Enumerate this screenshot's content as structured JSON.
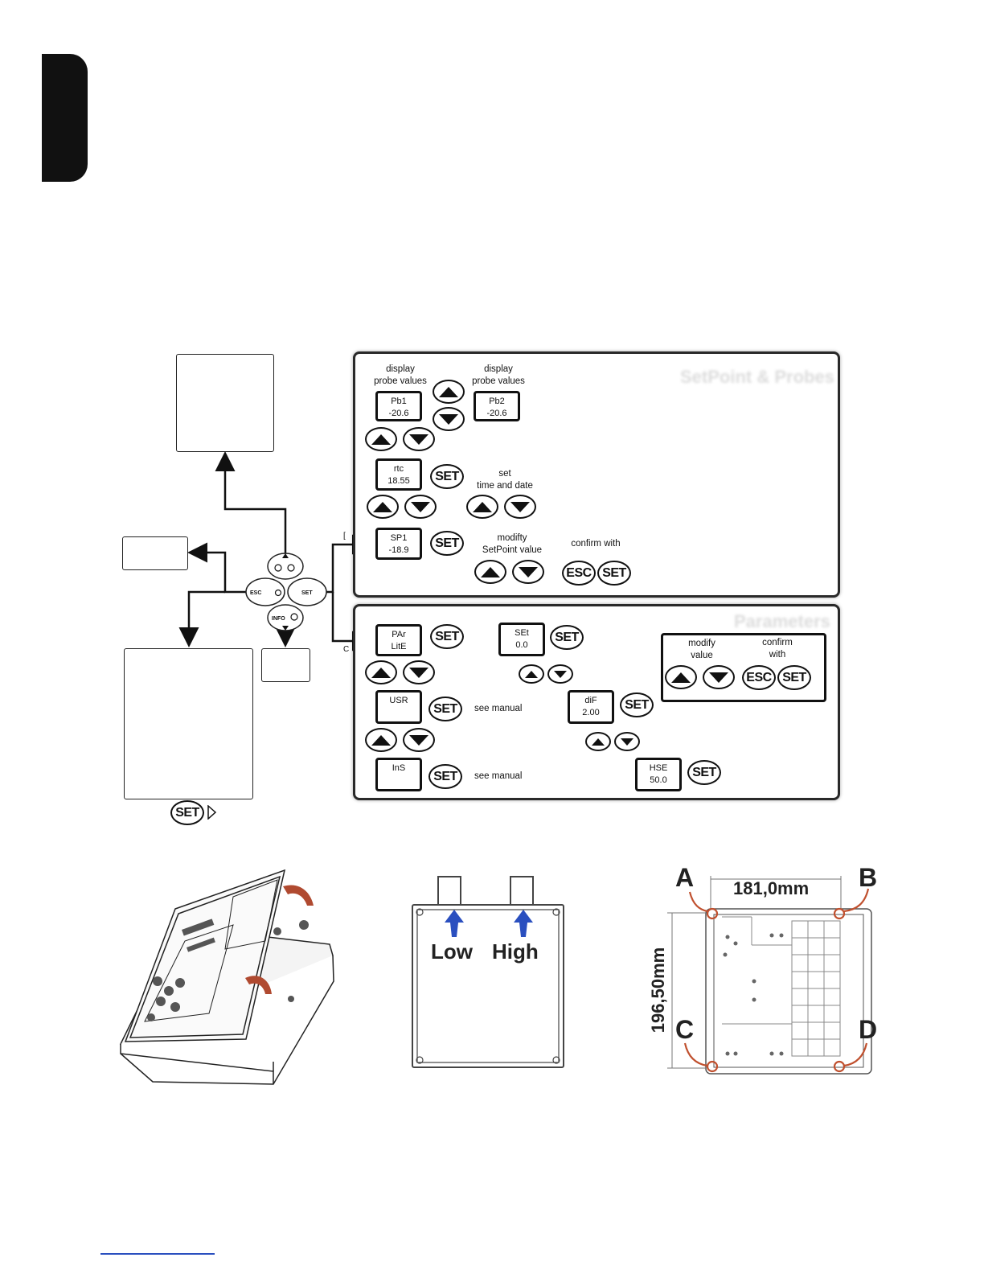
{
  "panel1": {
    "title": "SetPoint & Probes",
    "label_display1": "display\nprobe values",
    "label_display2": "display\nprobe values",
    "pb1": {
      "name": "Pb1",
      "value": "-20.6"
    },
    "pb2": {
      "name": "Pb2",
      "value": "-20.6"
    },
    "rtc": {
      "name": "rtc",
      "value": "18.55"
    },
    "label_settime": "set\ntime and date",
    "sp1": {
      "name": "SP1",
      "value": "-18.9"
    },
    "label_modify_sp": "modifty\nSetPoint value",
    "label_confirm": "confirm with"
  },
  "panel2": {
    "title": "Parameters",
    "par": {
      "name": "PAr",
      "value": "LitE"
    },
    "set_param": {
      "name": "SEt",
      "value": "0.0"
    },
    "usr": {
      "name": "USR",
      "value": ""
    },
    "see_manual_1": "see manual",
    "dif": {
      "name": "diF",
      "value": "2.00"
    },
    "ins": {
      "name": "InS",
      "value": ""
    },
    "see_manual_2": "see manual",
    "hse": {
      "name": "HSE",
      "value": "50.0"
    },
    "modify_value": "modify\nvalue",
    "confirm_with": "confirm\nwith"
  },
  "keypad": {
    "esc": "ESC",
    "set": "SET",
    "info": "INFO"
  },
  "keys": {
    "set": "SET",
    "esc": "ESC"
  },
  "flow_labels": {
    "left_a": "[",
    "left_b": "C"
  },
  "figure2": {
    "low": "Low",
    "high": "High"
  },
  "figure3": {
    "corner_a": "A",
    "corner_b": "B",
    "corner_c": "C",
    "corner_d": "D",
    "width": "181,0mm",
    "height": "196,50mm"
  }
}
